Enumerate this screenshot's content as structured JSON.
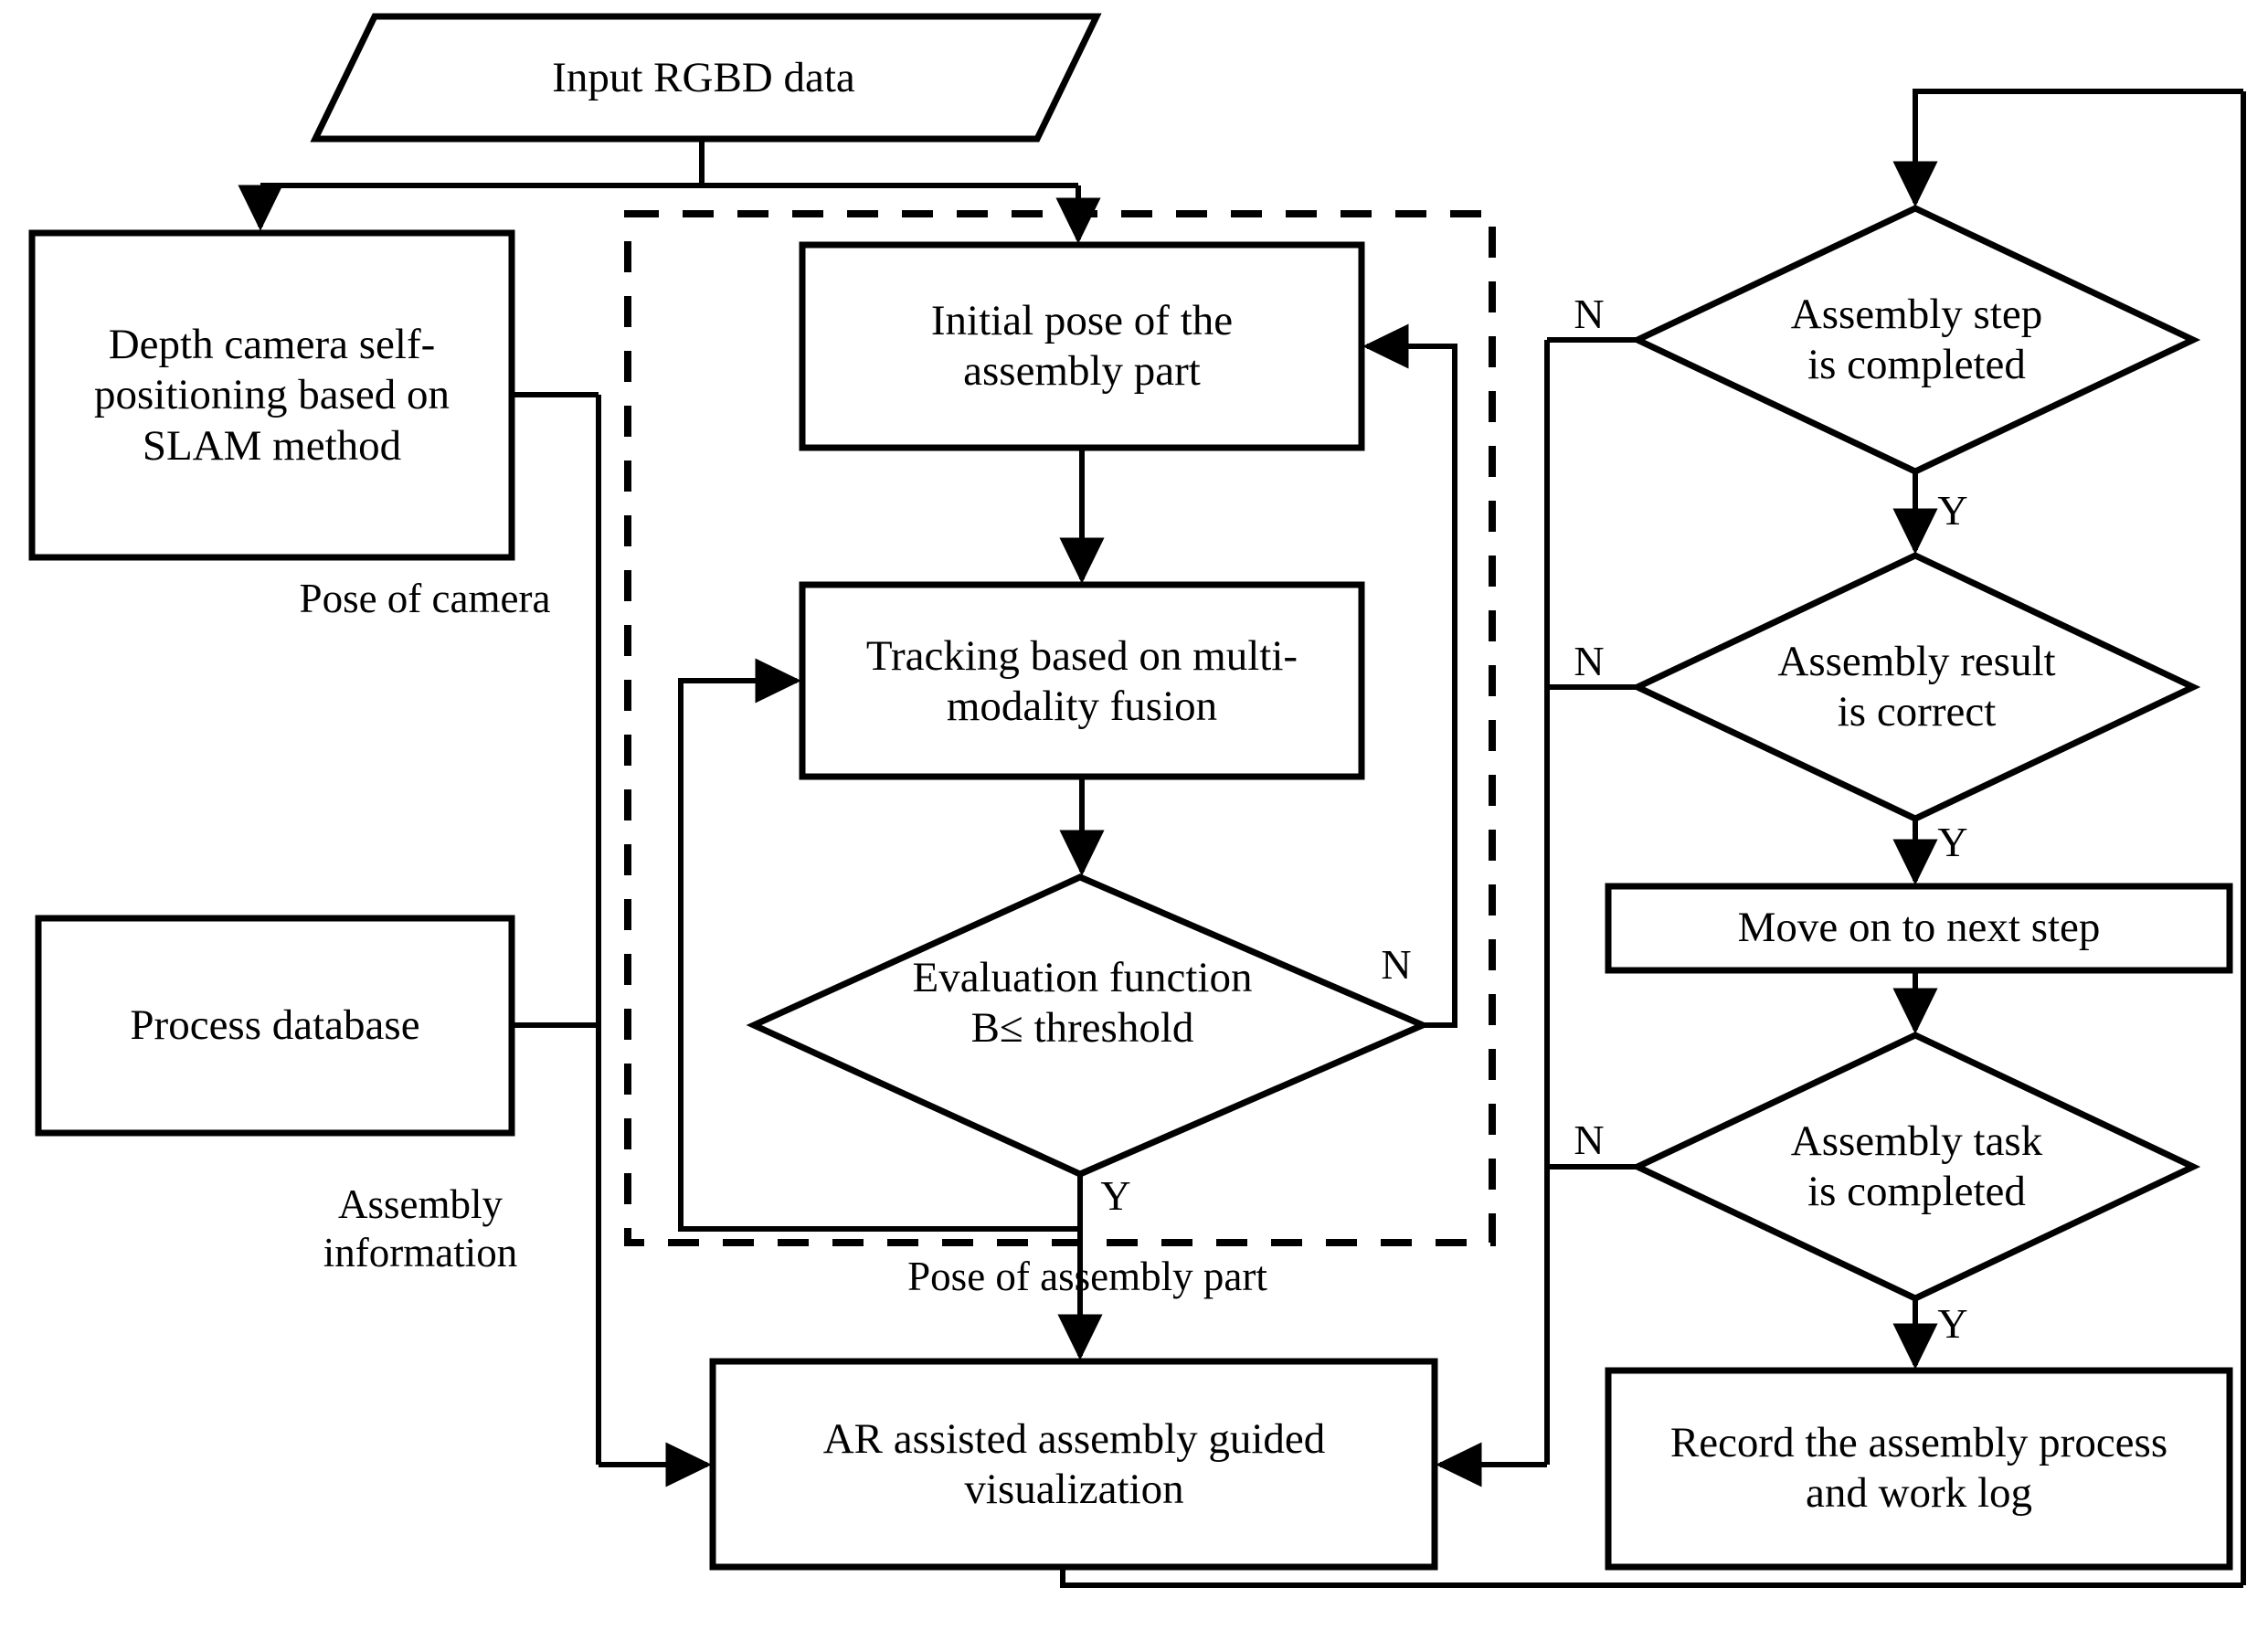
{
  "diagram": {
    "title": "AR assisted assembly guidance flowchart",
    "stroke_color": "#000000",
    "background_color": "#ffffff",
    "dashed_group_label": ""
  },
  "nodes": {
    "input_rgbd": {
      "label": "Input RGBD data",
      "shape": "parallelogram"
    },
    "depth_camera": {
      "label": "Depth camera self-\npositioning based on\nSLAM method",
      "shape": "rect"
    },
    "process_database": {
      "label": "Process database",
      "shape": "rect"
    },
    "initial_pose": {
      "label": "Initial pose of the\nassembly part",
      "shape": "rect"
    },
    "tracking": {
      "label": "Tracking based on multi-\nmodality fusion",
      "shape": "rect"
    },
    "evaluation": {
      "label": "Evaluation function\nB≤ threshold",
      "shape": "diamond"
    },
    "ar_visualization": {
      "label": "AR assisted assembly guided\nvisualization",
      "shape": "rect"
    },
    "assembly_step": {
      "label": "Assembly step\nis completed",
      "shape": "diamond"
    },
    "assembly_result": {
      "label": "Assembly result\nis correct",
      "shape": "diamond"
    },
    "move_next_step": {
      "label": "Move on to next step",
      "shape": "rect"
    },
    "assembly_task": {
      "label": "Assembly task\nis completed",
      "shape": "diamond"
    },
    "record_process": {
      "label": "Record the assembly process\nand work log",
      "shape": "rect"
    }
  },
  "edge_labels": {
    "pose_of_camera": "Pose of camera",
    "assembly_information": "Assembly\ninformation",
    "pose_of_assembly_part": "Pose of assembly part",
    "eval_no": "N",
    "eval_yes": "Y",
    "step_no": "N",
    "step_yes": "Y",
    "result_no": "N",
    "result_yes": "Y",
    "task_no": "N",
    "task_yes": "Y"
  }
}
